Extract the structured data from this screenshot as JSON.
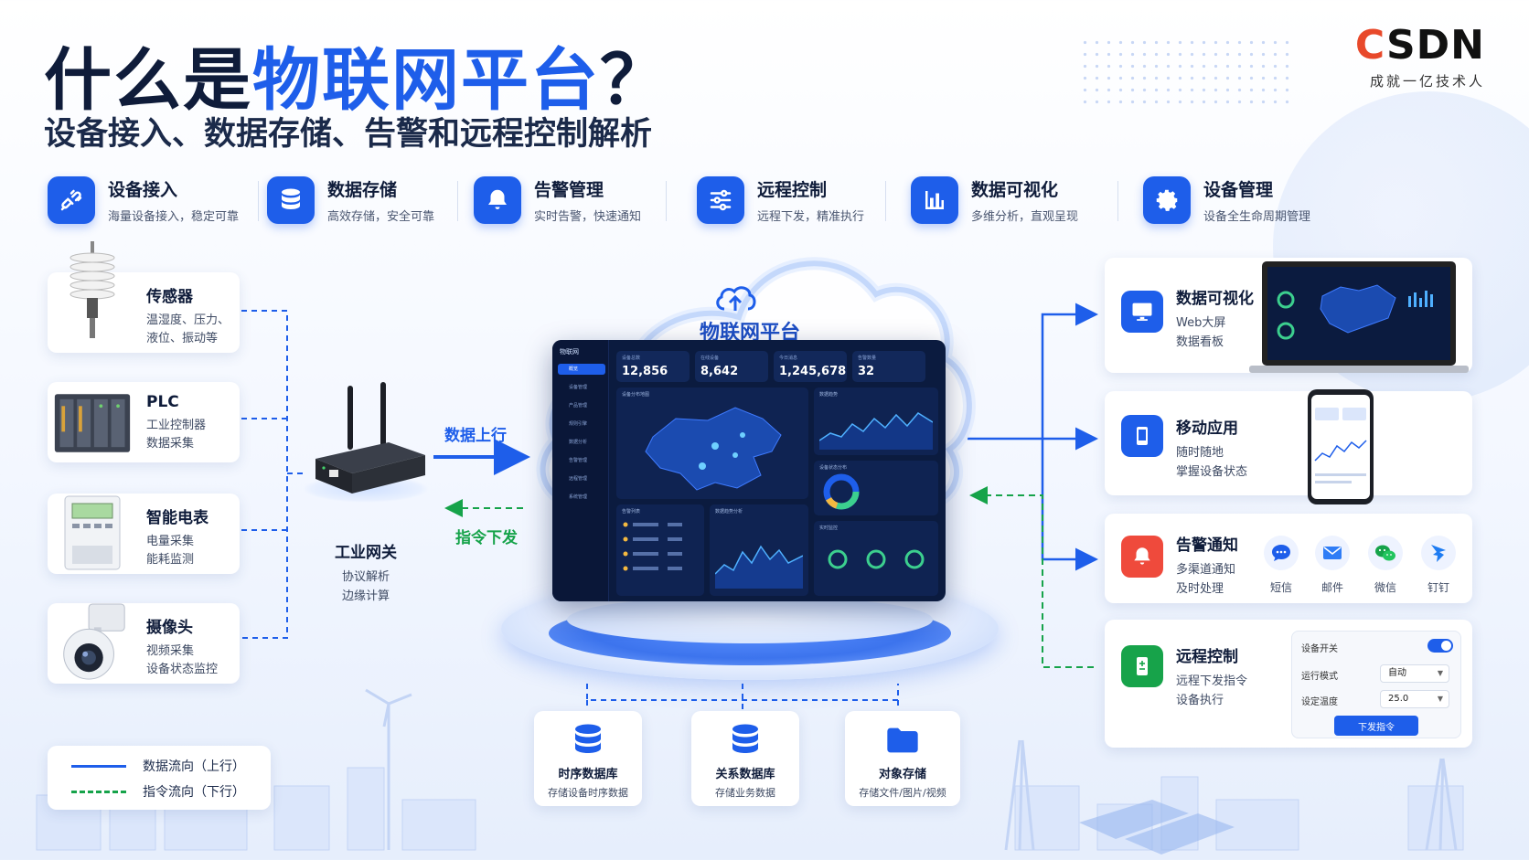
{
  "header": {
    "title_prefix": "什么是",
    "title_highlight": "物联网平台",
    "title_suffix": "？",
    "subtitle": "设备接入、数据存储、告警和远程控制解析"
  },
  "brand": {
    "logo_c": "C",
    "logo_rest": "SDN",
    "tagline": "成就一亿技术人"
  },
  "features": [
    {
      "title": "设备接入",
      "desc": "海量设备接入，稳定可靠",
      "icon": "plug-icon"
    },
    {
      "title": "数据存储",
      "desc": "高效存储，安全可靠",
      "icon": "database-icon"
    },
    {
      "title": "告警管理",
      "desc": "实时告警，快速通知",
      "icon": "bell-icon"
    },
    {
      "title": "远程控制",
      "desc": "远程下发，精准执行",
      "icon": "sliders-icon"
    },
    {
      "title": "数据可视化",
      "desc": "多维分析，直观呈现",
      "icon": "bar-chart-icon"
    },
    {
      "title": "设备管理",
      "desc": "设备全生命周期管理",
      "icon": "gear-icon"
    }
  ],
  "devices": [
    {
      "name": "传感器",
      "desc1": "温湿度、压力、",
      "desc2": "液位、振动等",
      "icon": "sensor-icon"
    },
    {
      "name": "PLC",
      "desc1": "工业控制器",
      "desc2": "数据采集",
      "icon": "plc-icon"
    },
    {
      "name": "智能电表",
      "desc1": "电量采集",
      "desc2": "能耗监测",
      "icon": "meter-icon"
    },
    {
      "name": "摄像头",
      "desc1": "视频采集",
      "desc2": "设备状态监控",
      "icon": "camera-icon"
    }
  ],
  "gateway": {
    "name": "工业网关",
    "desc1": "协议解析",
    "desc2": "边缘计算"
  },
  "flows": {
    "up": "数据上行",
    "down": "指令下发"
  },
  "platform": {
    "title": "物联网平台",
    "dashboard": {
      "brand": "物联网",
      "menu": [
        "概览",
        "设备管理",
        "产品管理",
        "规则引擎",
        "数据分析",
        "告警管理",
        "远程管理",
        "系统管理"
      ],
      "stats": [
        {
          "label": "设备总数",
          "value": "12,856"
        },
        {
          "label": "在线设备",
          "value": "8,642"
        },
        {
          "label": "今日消息",
          "value": "1,245,678"
        },
        {
          "label": "告警数量",
          "value": "32"
        }
      ],
      "panels": [
        "设备分布地图",
        "数据趋势",
        "设备状态分布",
        "告警列表",
        "数据趋势分析",
        "实时监控"
      ]
    }
  },
  "storage": [
    {
      "name": "时序数据库",
      "desc": "存储设备时序数据",
      "icon": "database-icon"
    },
    {
      "name": "关系数据库",
      "desc": "存储业务数据",
      "icon": "database-icon"
    },
    {
      "name": "对象存储",
      "desc": "存储文件/图片/视频",
      "icon": "folder-icon"
    }
  ],
  "apps": {
    "visual": {
      "name": "数据可视化",
      "desc1": "Web大屏",
      "desc2": "数据看板"
    },
    "mobile": {
      "name": "移动应用",
      "desc1": "随时随地",
      "desc2": "掌握设备状态"
    },
    "alarm": {
      "name": "告警通知",
      "desc1": "多渠道通知",
      "desc2": "及时处理",
      "channels": [
        {
          "label": "短信",
          "icon": "sms-icon",
          "color": "#1e5eea"
        },
        {
          "label": "邮件",
          "icon": "mail-icon",
          "color": "#2f7df6"
        },
        {
          "label": "微信",
          "icon": "wechat-icon",
          "color": "#16a34a"
        },
        {
          "label": "钉钉",
          "icon": "dingtalk-icon",
          "color": "#1e7cf2"
        }
      ]
    },
    "remote": {
      "name": "远程控制",
      "desc1": "远程下发指令",
      "desc2": "设备执行",
      "switch_label": "设备开关",
      "mode_label": "运行模式",
      "mode_value": "自动",
      "temp_label": "设定温度",
      "temp_value": "25.0",
      "send_label": "下发指令"
    }
  },
  "legend": {
    "up": "数据流向（上行）",
    "down": "指令流向（下行）"
  },
  "colors": {
    "primary": "#1e5eea",
    "down_flow": "#16a34a",
    "alarm": "#ef4a3c",
    "remote": "#17a34a"
  }
}
